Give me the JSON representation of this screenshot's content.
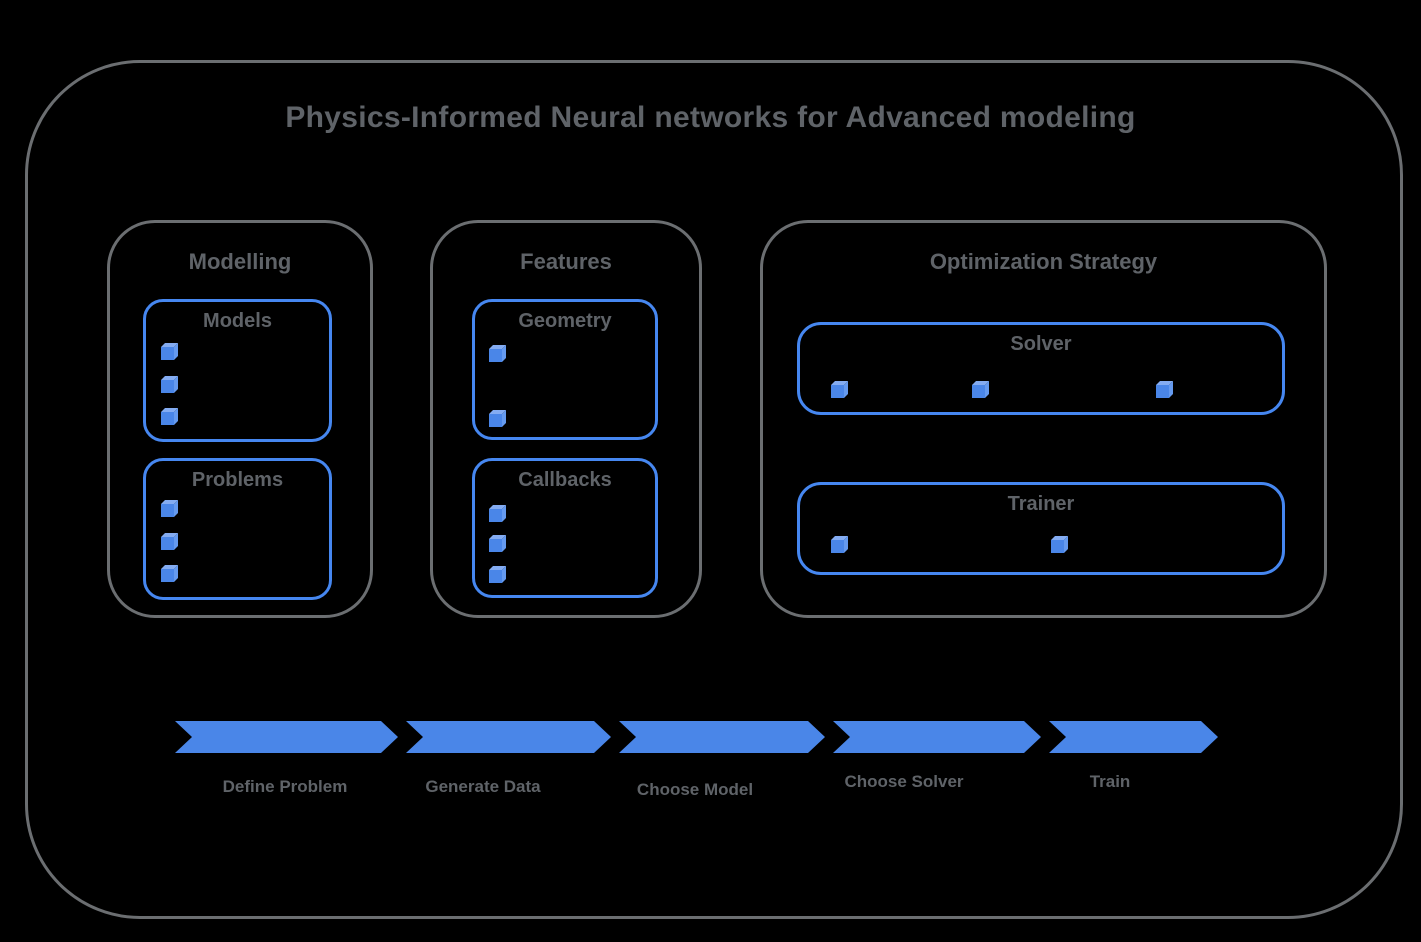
{
  "diagram": {
    "title": "Physics-Informed Neural networks for Advanced modeling",
    "sections": [
      {
        "title": "Modelling",
        "boxes": [
          {
            "title": "Models",
            "item_count": 3
          },
          {
            "title": "Problems",
            "item_count": 3
          }
        ]
      },
      {
        "title": "Features",
        "boxes": [
          {
            "title": "Geometry",
            "item_count": 2
          },
          {
            "title": "Callbacks",
            "item_count": 3
          }
        ]
      },
      {
        "title": "Optimization Strategy",
        "boxes": [
          {
            "title": "Solver",
            "item_count": 3
          },
          {
            "title": "Trainer",
            "item_count": 2
          }
        ]
      }
    ],
    "flow_steps": [
      "Define Problem",
      "Generate Data",
      "Choose Model",
      "Choose Solver",
      "Train"
    ],
    "icons": {
      "cube": "cube-icon"
    },
    "colors": {
      "background": "#000000",
      "outline_gray": "#6b6e71",
      "text_gray": "#5f6368",
      "box_border_blue": "#4687f0",
      "arrow_blue": "#4a86e8",
      "cube_front": "#4a86e8",
      "cube_top": "#84acf2",
      "cube_side": "#659aef"
    }
  }
}
